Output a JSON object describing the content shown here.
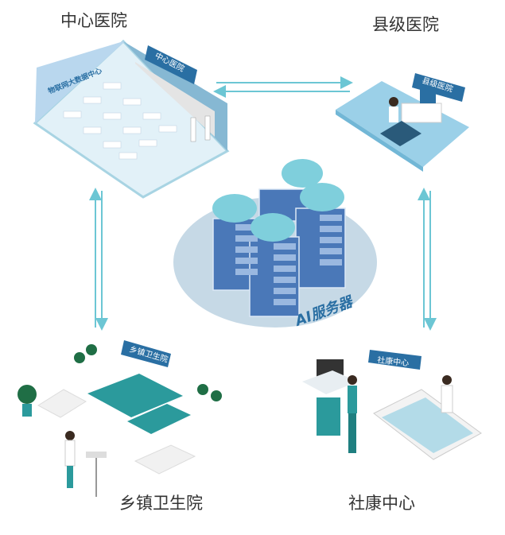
{
  "nodes": {
    "central": {
      "title": "中心医院",
      "sign": "中心医院",
      "wall_text": "物联网大数据中心"
    },
    "county": {
      "title": "县级医院",
      "sign": "县级医院"
    },
    "township": {
      "title": "乡镇卫生院",
      "sign": "乡镇卫生院"
    },
    "community": {
      "title": "社康中心",
      "sign": "社康中心"
    },
    "server": {
      "label": "AI服务器"
    }
  },
  "colors": {
    "arrow": "#6cc6d4",
    "sign": "#2a6fa3",
    "server": "#4a78b8",
    "cloud": "#7fcfdc",
    "platform": "#c6d9e6",
    "teal": "#2b9a9c"
  }
}
